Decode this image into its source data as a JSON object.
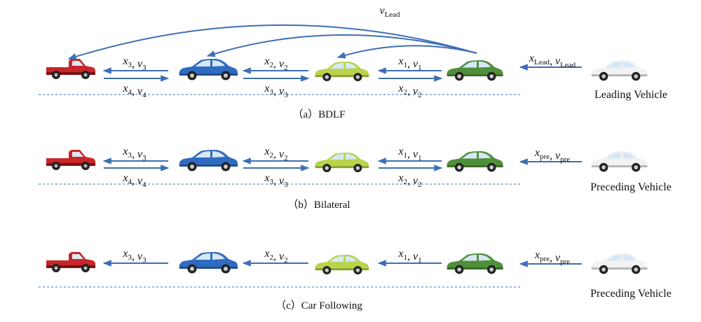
{
  "panels": [
    {
      "caption": "（a）BDLF",
      "vehicle_label": "Leading Vehicle",
      "top_label": {
        "v": "v",
        "sub": "Lead"
      },
      "lead_label": {
        "x": "x",
        "xsub": "Lead",
        "v": "v",
        "vsub": "Lead"
      },
      "links": [
        {
          "forward": {
            "x": "x",
            "xsub": "3",
            "v": "v",
            "vsub": "3"
          },
          "backward": {
            "x": "x",
            "xsub": "4",
            "v": "v",
            "vsub": "4"
          }
        },
        {
          "forward": {
            "x": "x",
            "xsub": "2",
            "v": "v",
            "vsub": "2"
          },
          "backward": {
            "x": "x",
            "xsub": "3",
            "v": "v",
            "vsub": "3"
          }
        },
        {
          "forward": {
            "x": "x",
            "xsub": "1",
            "v": "v",
            "vsub": "1"
          },
          "backward": {
            "x": "x",
            "xsub": "2",
            "v": "v",
            "vsub": "2"
          }
        }
      ]
    },
    {
      "caption": "（b）Bilateral",
      "vehicle_label": "Preceding Vehicle",
      "lead_label": {
        "x": "x",
        "xsub": "pre",
        "v": "v",
        "vsub": "pre"
      },
      "links": [
        {
          "forward": {
            "x": "x",
            "xsub": "3",
            "v": "v",
            "vsub": "3"
          },
          "backward": {
            "x": "x",
            "xsub": "4",
            "v": "v",
            "vsub": "4"
          }
        },
        {
          "forward": {
            "x": "x",
            "xsub": "2",
            "v": "v",
            "vsub": "2"
          },
          "backward": {
            "x": "x",
            "xsub": "3",
            "v": "v",
            "vsub": "3"
          }
        },
        {
          "forward": {
            "x": "x",
            "xsub": "1",
            "v": "v",
            "vsub": "1"
          },
          "backward": {
            "x": "x",
            "xsub": "2",
            "v": "v",
            "vsub": "2"
          }
        }
      ]
    },
    {
      "caption": "（c）Car Following",
      "vehicle_label": "Preceding Vehicle",
      "lead_label": {
        "x": "x",
        "xsub": "pre",
        "v": "v",
        "vsub": "pre"
      },
      "links": [
        {
          "forward": {
            "x": "x",
            "xsub": "3",
            "v": "v",
            "vsub": "3"
          }
        },
        {
          "forward": {
            "x": "x",
            "xsub": "2",
            "v": "v",
            "vsub": "2"
          }
        },
        {
          "forward": {
            "x": "x",
            "xsub": "1",
            "v": "v",
            "vsub": "1"
          }
        }
      ]
    }
  ],
  "colors": {
    "arrow": "#3e6fb5",
    "dash": "#5b8fc9",
    "truck": "#c8262a",
    "blue_car": "#2f6bc0",
    "lime_car": "#b9d34a",
    "green_car": "#4f8f3a",
    "white_car": "#f2f2f2"
  }
}
